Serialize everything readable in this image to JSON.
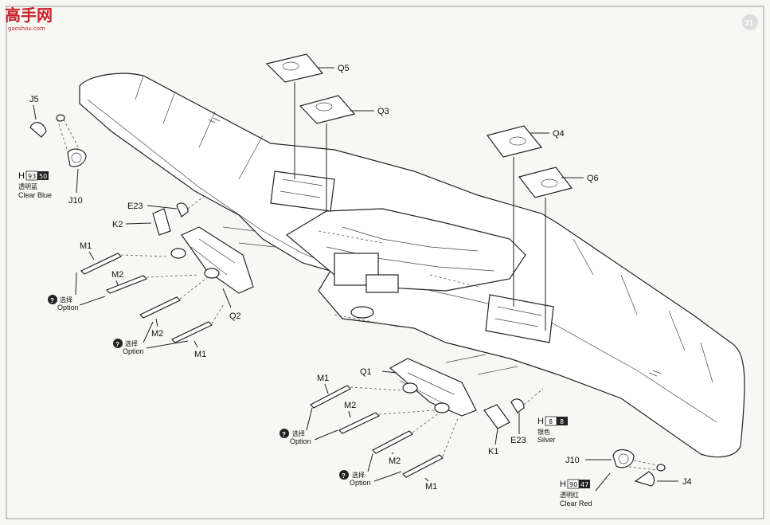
{
  "brand": {
    "logo_text": "高手网",
    "logo_sub": "gaoshou.com",
    "logo_color": "#c8202a"
  },
  "labels": {
    "J5": "J5",
    "J10a": "J10",
    "J10b": "J10",
    "J4": "J4",
    "E23a": "E23",
    "E23b": "E23",
    "K1": "K1",
    "K2": "K2",
    "Q1": "Q1",
    "Q2": "Q2",
    "Q3": "Q3",
    "Q4": "Q4",
    "Q5": "Q5",
    "Q6": "Q6",
    "M1a": "M1",
    "M1b": "M1",
    "M1c": "M1",
    "M1d": "M1",
    "M2a": "M2",
    "M2b": "M2",
    "M2c": "M2",
    "M2d": "M2"
  },
  "paints": {
    "blue": {
      "letter": "H",
      "code": "93",
      "num": "50",
      "cn": "透明蓝",
      "en": "Clear Blue"
    },
    "silver": {
      "letter": "H",
      "code": "8",
      "num": "8",
      "cn": "银色",
      "en": "Silver"
    },
    "red": {
      "letter": "H",
      "code": "90",
      "num": "47",
      "cn": "透明红",
      "en": "Clear Red"
    }
  },
  "option": {
    "cn": "选择",
    "en": "Option",
    "mark": "?"
  },
  "page_number": "31"
}
